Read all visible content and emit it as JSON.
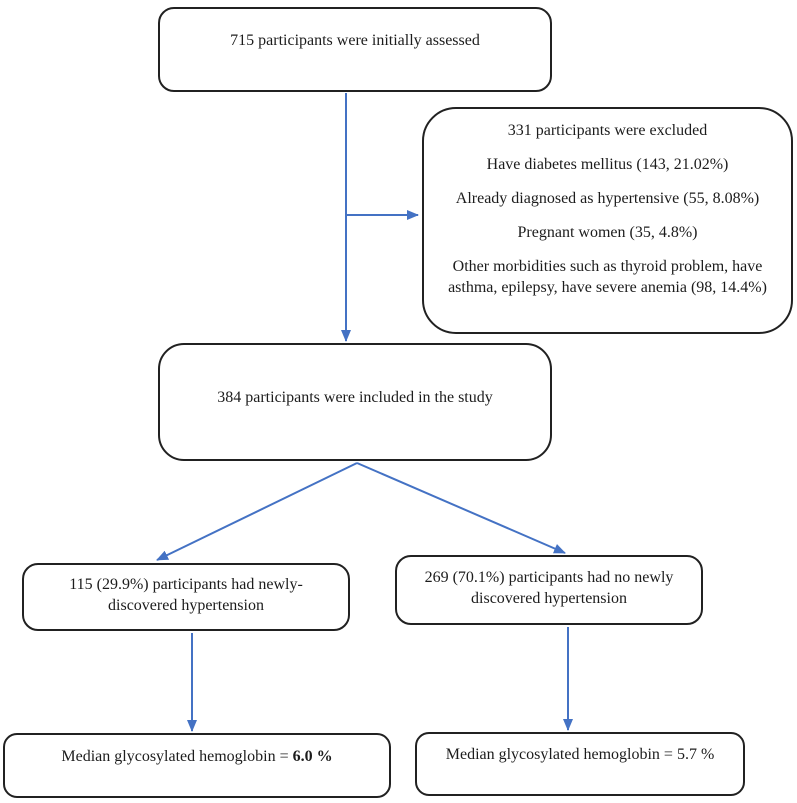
{
  "diagram": {
    "type": "flowchart",
    "background_color": "#ffffff",
    "box_border_color": "#212121",
    "arrow_color": "#4472C4",
    "boxes": {
      "initial": {
        "text": "715 participants were initially assessed"
      },
      "excluded": {
        "title": "331 participants were excluded",
        "reasons": [
          "Have diabetes mellitus (143, 21.02%)",
          "Already diagnosed as hypertensive (55, 8.08%)",
          "Pregnant women (35, 4.8%)",
          "Other morbidities such as thyroid problem, have asthma, epilepsy, have severe anemia (98, 14.4%)"
        ]
      },
      "included": {
        "text": "384 participants were included in the study"
      },
      "newly_hypertensive": {
        "lines": [
          "115 (29.9%) participants had newly-",
          "discovered hypertension"
        ]
      },
      "no_hypertension": {
        "lines": [
          "269 (70.1%) participants had no newly",
          "discovered hypertension"
        ]
      },
      "median_left": {
        "label": "Median glycosylated hemoglobin = ",
        "value": "6.0 %"
      },
      "median_right": {
        "label": "Median glycosylated hemoglobin = ",
        "value": "5.7 %"
      }
    }
  }
}
